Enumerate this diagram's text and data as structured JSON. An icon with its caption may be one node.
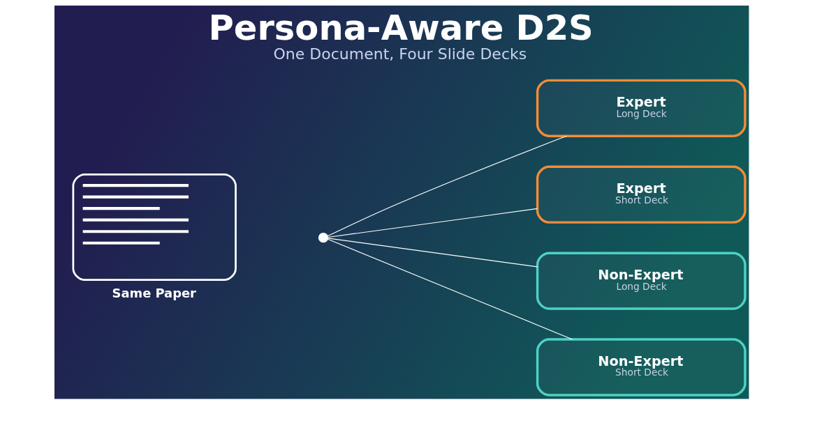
{
  "diagram": {
    "title": "Persona-Aware D2S",
    "caption": "One Document, Four Slide Decks",
    "nodes": [
      {
        "text": [
          "Same Paper"
        ]
      },
      {
        "text": [],
        "shape": "circle"
      },
      {
        "text": [
          "Expert",
          "Long Deck"
        ]
      },
      {
        "text": [
          "Expert",
          "Short Deck"
        ]
      },
      {
        "text": [
          "Non-Expert",
          "Long Deck"
        ]
      },
      {
        "text": [
          "Non-Expert",
          "Short Deck"
        ]
      }
    ],
    "edges": [
      {
        "from": 1,
        "to": 2,
        "arrow": "none"
      },
      {
        "from": 1,
        "to": 3,
        "arrow": "none"
      },
      {
        "from": 1,
        "to": 4,
        "arrow": "none"
      },
      {
        "from": 1,
        "to": 5,
        "arrow": "none"
      }
    ]
  }
}
